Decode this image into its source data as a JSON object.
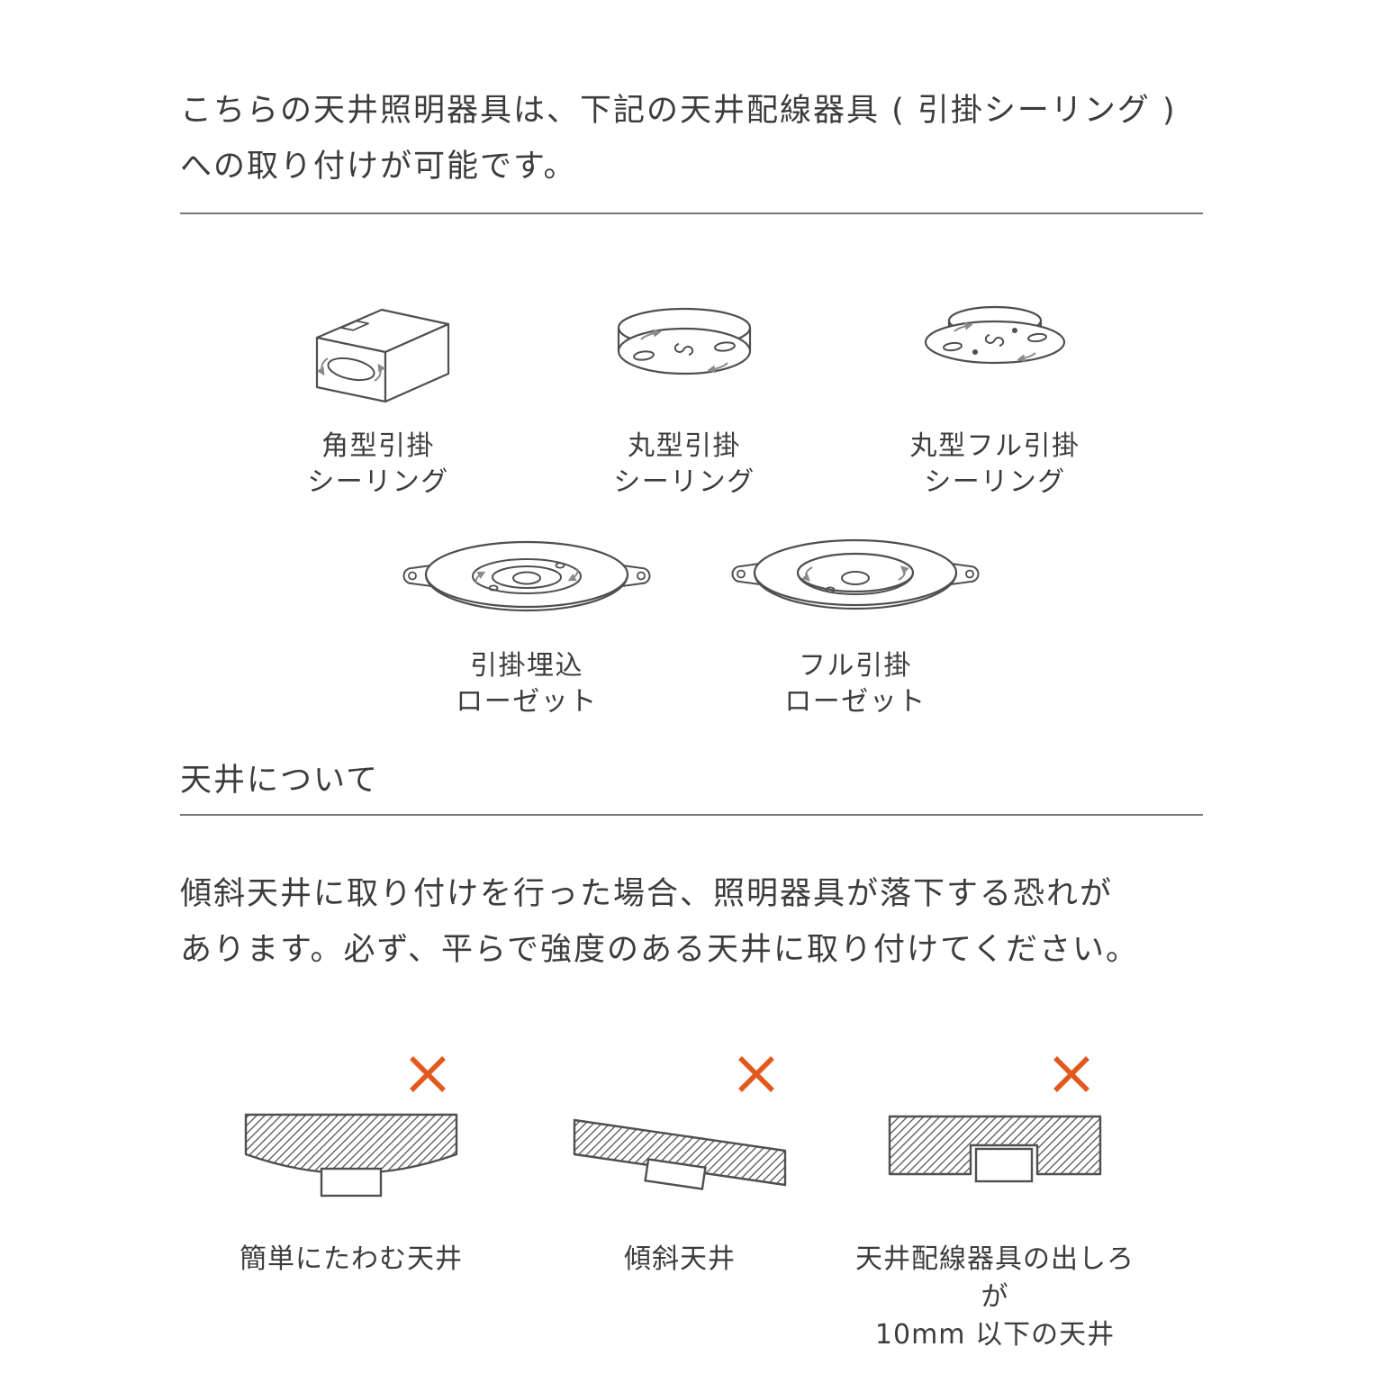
{
  "intro": {
    "line1": "こちらの天井照明器具は、下記の天井配線器具 ( 引掛シーリング )",
    "line2": "への取り付けが可能です。"
  },
  "fixtures": [
    {
      "icon": "square-hook-ceiling-icon",
      "label1": "角型引掛",
      "label2": "シーリング"
    },
    {
      "icon": "round-hook-ceiling-icon",
      "label1": "丸型引掛",
      "label2": "シーリング"
    },
    {
      "icon": "round-full-hook-ceiling-icon",
      "label1": "丸型フル引掛",
      "label2": "シーリング"
    },
    {
      "icon": "embedded-hook-rosette-icon",
      "label1": "引掛埋込",
      "label2": "ローゼット"
    },
    {
      "icon": "full-hook-rosette-icon",
      "label1": "フル引掛",
      "label2": "ローゼット"
    }
  ],
  "ceiling_section": {
    "heading": "天井について",
    "warning_line1": "傾斜天井に取り付けを行った場合、照明器具が落下する恐れが",
    "warning_line2": "あります。必ず、平らで強度のある天井に取り付けてください。"
  },
  "bad_ceilings": [
    {
      "icon": "sagging-ceiling-diagram",
      "x_icon": "x-mark-icon",
      "label1": "簡単にたわむ天井",
      "label2": ""
    },
    {
      "icon": "sloped-ceiling-diagram",
      "x_icon": "x-mark-icon",
      "label1": "傾斜天井",
      "label2": ""
    },
    {
      "icon": "recessed-fixture-ceiling-diagram",
      "x_icon": "x-mark-icon",
      "label1": "天井配線器具の出しろが",
      "label2": "10mm 以下の天井"
    }
  ],
  "colors": {
    "x_mark": "#e2581d",
    "line": "#4f4f4f",
    "text": "#3c3c3c",
    "divider": "#777777"
  }
}
